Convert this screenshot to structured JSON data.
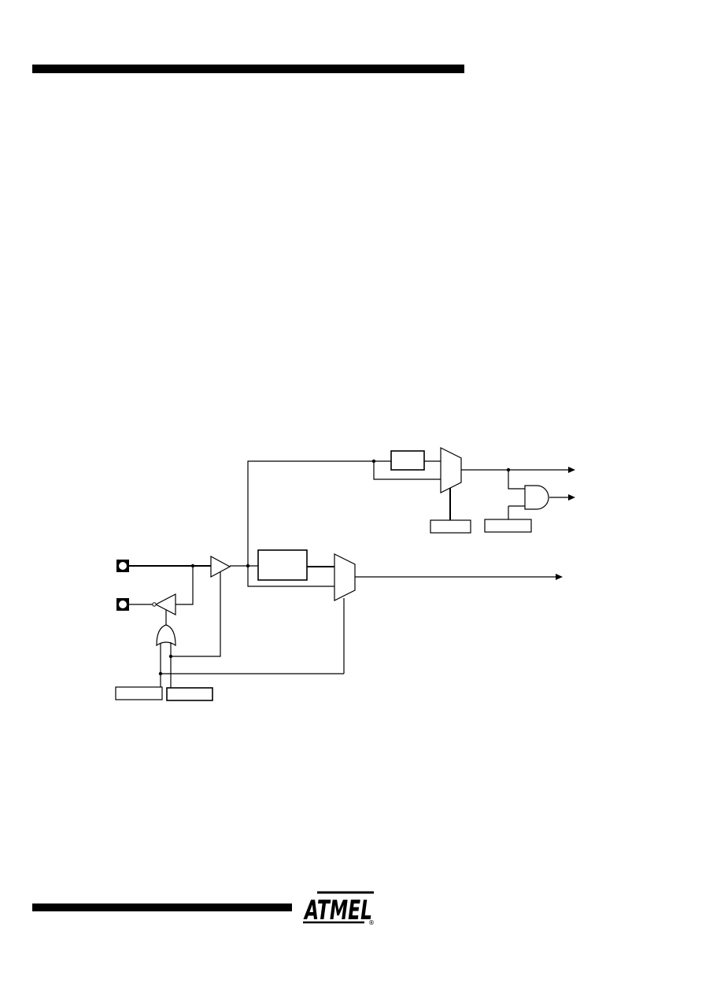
{
  "header": {
    "bar_color": "#000000"
  },
  "footer": {
    "bar_color": "#000000",
    "logo_text": "ATMEL",
    "logo_mark": "®"
  },
  "diagram": {
    "pins": [
      {
        "name": "pin-1",
        "icon": "pad-circle-icon"
      },
      {
        "name": "pin-2",
        "icon": "pad-circle-icon"
      }
    ],
    "gates": [
      {
        "name": "input-buffer",
        "icon": "buffer-triangle-icon"
      },
      {
        "name": "output-inverter-buffer",
        "icon": "inverter-triangle-icon"
      },
      {
        "name": "or-gate",
        "icon": "or-gate-icon"
      },
      {
        "name": "and-gate",
        "icon": "and-gate-icon"
      },
      {
        "name": "upper-mux",
        "icon": "mux-trapezoid-icon"
      },
      {
        "name": "lower-mux",
        "icon": "mux-trapezoid-icon"
      }
    ],
    "blocks": [
      {
        "name": "upper-register-block"
      },
      {
        "name": "lower-register-block"
      },
      {
        "name": "mux-select-register"
      },
      {
        "name": "and-enable-register"
      },
      {
        "name": "control-register-left"
      },
      {
        "name": "control-register-right"
      }
    ]
  }
}
